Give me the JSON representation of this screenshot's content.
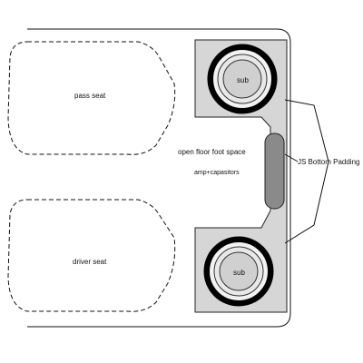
{
  "diagram": {
    "labels": {
      "pass_seat": "pass seat",
      "driver_seat": "driver seat",
      "floor_space": "open floor foot space",
      "amp": "amp+capasitors",
      "padding": "JS Bottom Padding",
      "sub_top": "sub",
      "sub_bottom": "sub"
    }
  }
}
